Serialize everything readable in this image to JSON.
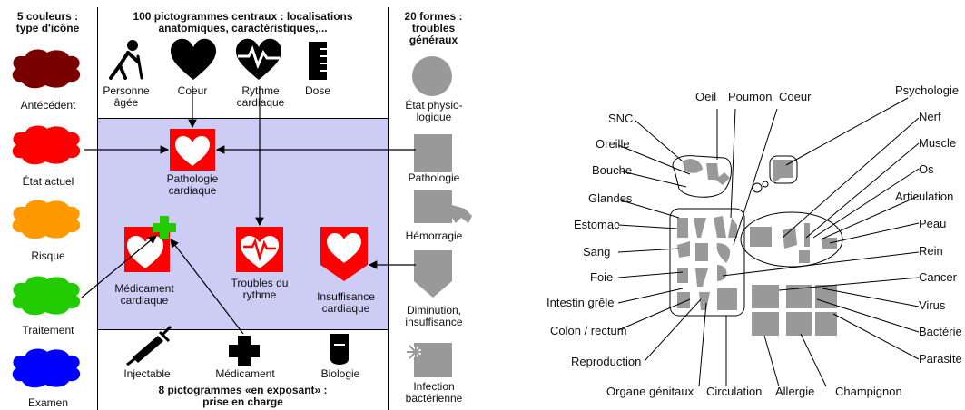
{
  "left_diagram": {
    "colors_header": "5 couleurs :\ntype d'icône",
    "central_header": "100 pictogrammes centraux : localisations\nanatomiques, caractéristiques,...",
    "shapes_header": "20 formes :\ntroubles\ngénéraux",
    "colors": [
      {
        "label": "Antécédent",
        "color": "#7a0000"
      },
      {
        "label": "État actuel",
        "color": "#ff0000"
      },
      {
        "label": "Risque",
        "color": "#ff9900"
      },
      {
        "label": "Traitement",
        "color": "#22cc00"
      },
      {
        "label": "Examen",
        "color": "#0000ff"
      }
    ],
    "central_icons": [
      {
        "label": "Personne\nâgée",
        "icon": "elderly-person-icon"
      },
      {
        "label": "Coeur",
        "icon": "heart-icon"
      },
      {
        "label": "Rythme\ncardiaque",
        "icon": "heart-rhythm-icon"
      },
      {
        "label": "Dose",
        "icon": "dose-icon"
      }
    ],
    "shapes": [
      {
        "label": "État physio-\nlogique",
        "shape": "circle"
      },
      {
        "label": "Pathologie",
        "shape": "square"
      },
      {
        "label": "Hémorragie",
        "shape": "square-drip"
      },
      {
        "label": "Diminution,\ninsuffisance",
        "shape": "pentagon-down"
      },
      {
        "label": "Infection\nbactérienne",
        "shape": "square-bacteria"
      }
    ],
    "examples": [
      {
        "label": "Pathologie\ncardiaque"
      },
      {
        "label": "Médicament\ncardiaque"
      },
      {
        "label": "Troubles du\nrythme"
      },
      {
        "label": "Insuffisance\ncardiaque"
      }
    ],
    "exponent_icons": [
      {
        "label": "Injectable",
        "icon": "syringe-icon"
      },
      {
        "label": "Médicament",
        "icon": "cross-icon"
      },
      {
        "label": "Biologie",
        "icon": "test-tube-icon"
      }
    ],
    "exponent_footer": "8 pictogrammes «en exposant» :\nprise en charge",
    "central_bg": "#ccccf5"
  },
  "right_diagram": {
    "labels_left": [
      "SNC",
      "Oreille",
      "Bouche",
      "Glandes",
      "Estomac",
      "Sang",
      "Foie",
      "Intestin grêle",
      "Colon / rectum",
      "Reproduction"
    ],
    "labels_top": [
      "Oeil",
      "Poumon",
      "Coeur"
    ],
    "labels_bottom": [
      "Organe génitaux",
      "Circulation",
      "Allergie",
      "Champignon"
    ],
    "labels_right": [
      "Psychologie",
      "Nerf",
      "Muscle",
      "Os",
      "Articulation",
      "Peau",
      "Rein",
      "Cancer",
      "Virus",
      "Bactérie",
      "Parasite"
    ]
  }
}
